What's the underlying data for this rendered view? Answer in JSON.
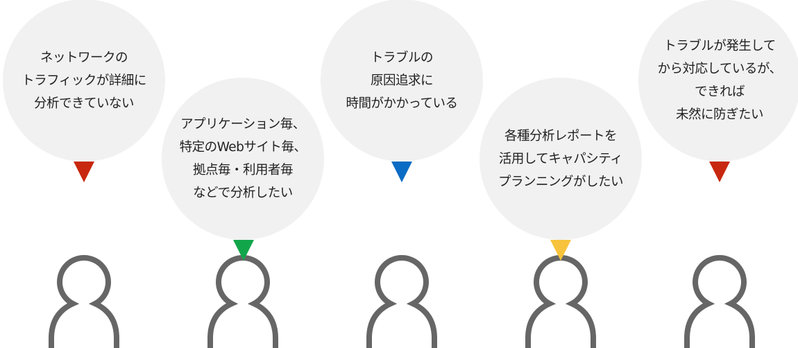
{
  "needs": [
    {
      "lines": [
        "ネットワークの",
        "トラフィックが詳細に",
        "分析できていない"
      ],
      "color": "#c8280f"
    },
    {
      "lines": [
        "アプリケーション毎、",
        "特定のWebサイト毎、",
        "拠点毎・利用者毎",
        "などで分析したい"
      ],
      "color": "#12a64b"
    },
    {
      "lines": [
        "トラブルの",
        "原因追求に",
        "時間がかかっている"
      ],
      "color": "#0a6cc4"
    },
    {
      "lines": [
        "各種分析レポートを",
        "活用してキャパシティ",
        "プランニングがしたい"
      ],
      "color": "#f7c33c"
    },
    {
      "lines": [
        "トラブルが発生して",
        "から対応しているが、",
        "できれば",
        "未然に防ぎたい"
      ],
      "color": "#c8280f"
    }
  ]
}
